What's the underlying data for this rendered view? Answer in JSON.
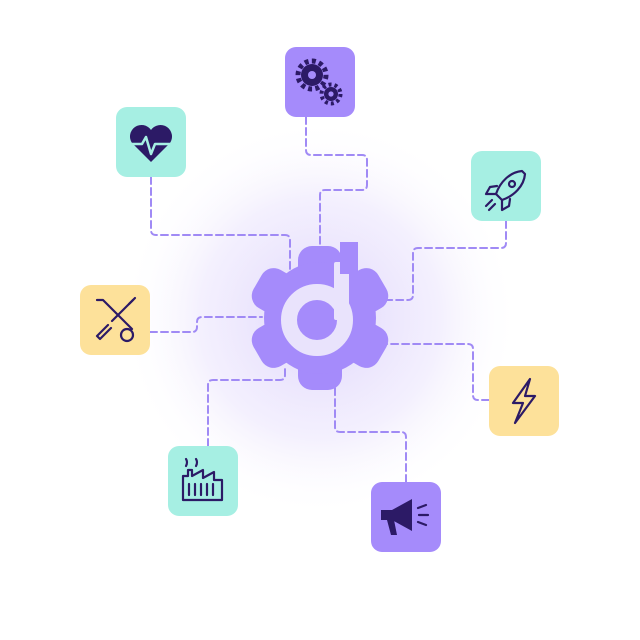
{
  "colors": {
    "hub": "#a58bfb",
    "hub_glow": "#e6defc",
    "link": "#a08af5",
    "tile_purple": "#a58bfb",
    "tile_teal": "#a6efe3",
    "tile_yellow": "#fde19a",
    "icon_dark": "#2c1a66"
  },
  "hub": {
    "icon": "gear-d-logo-icon"
  },
  "nodes": [
    {
      "icon": "gears-icon",
      "color": "purple"
    },
    {
      "icon": "heartbeat-icon",
      "color": "teal"
    },
    {
      "icon": "rocket-icon",
      "color": "teal"
    },
    {
      "icon": "tools-icon",
      "color": "yellow"
    },
    {
      "icon": "lightning-bolt-icon",
      "color": "yellow"
    },
    {
      "icon": "factory-icon",
      "color": "teal"
    },
    {
      "icon": "megaphone-icon",
      "color": "purple"
    }
  ]
}
